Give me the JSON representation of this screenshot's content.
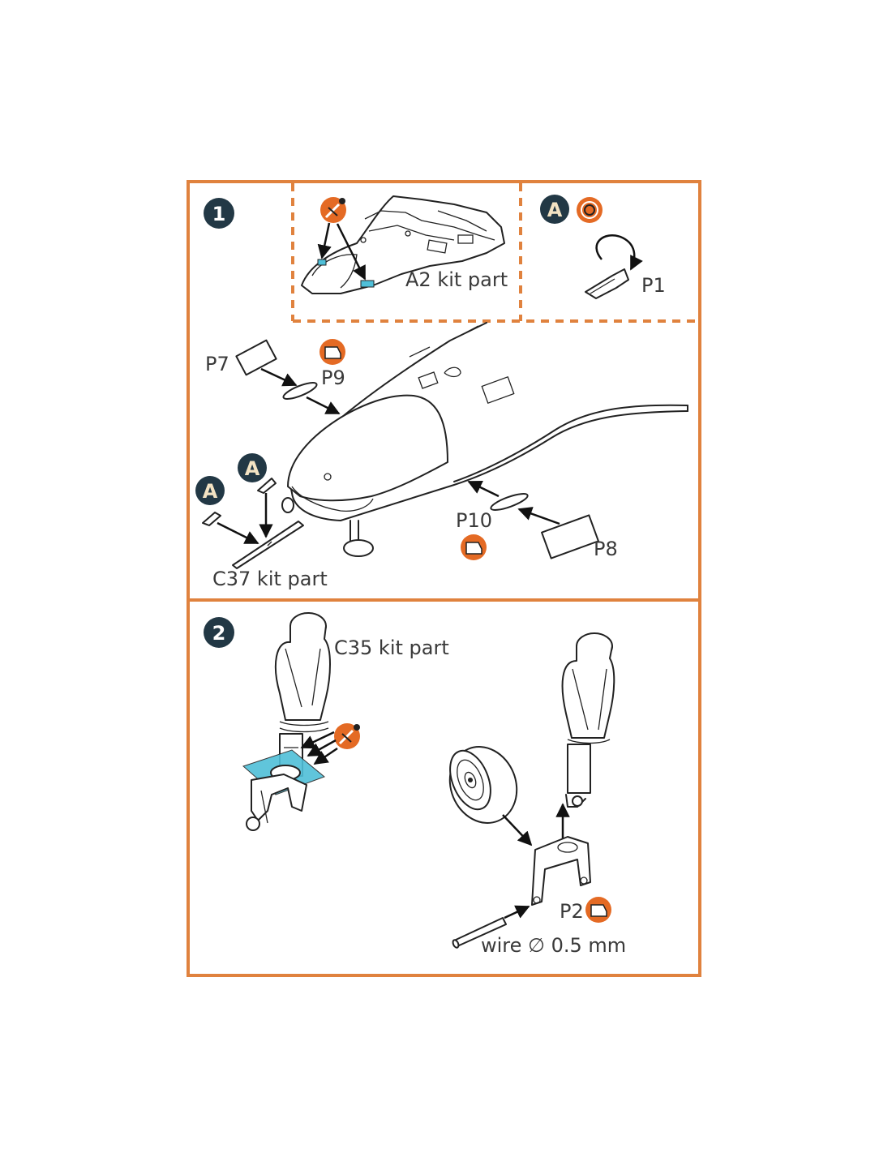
{
  "colors": {
    "frame": "#e0823e",
    "step_badge": "#223845",
    "etch_icon": "#e46a24",
    "highlight": "#4fbfd8"
  },
  "steps": [
    {
      "number": "1",
      "labels": {
        "a2": "A2 kit part",
        "p1": "P1",
        "p7": "P7",
        "p9": "P9",
        "p10": "P10",
        "p8": "P8",
        "c37": "C37 kit part"
      },
      "marks": [
        "A",
        "A",
        "A"
      ],
      "icons": [
        "cut-icon",
        "bend-icon",
        "glue-icon",
        "glue-icon"
      ]
    },
    {
      "number": "2",
      "labels": {
        "c35": "C35 kit part",
        "p2": "P2",
        "wire": "wire ∅ 0.5 mm"
      },
      "icons": [
        "cut-icon",
        "glue-icon"
      ]
    }
  ]
}
